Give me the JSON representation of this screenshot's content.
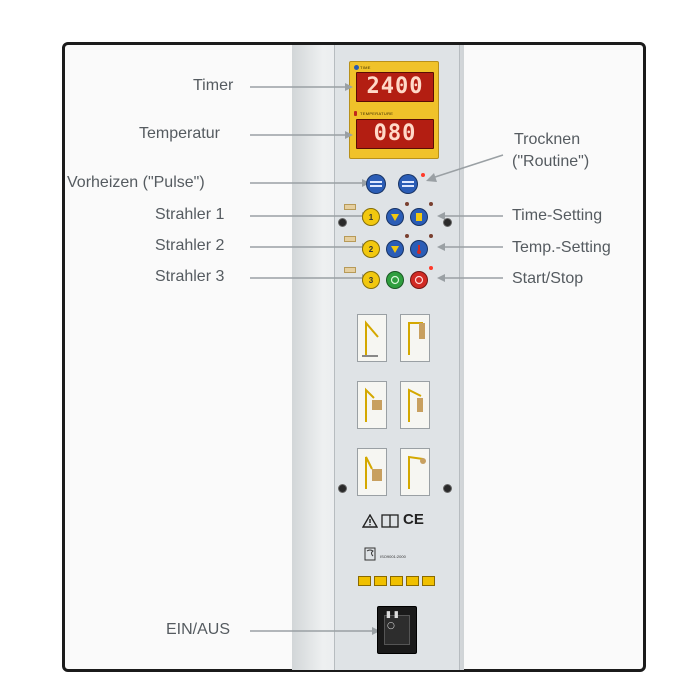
{
  "display": {
    "timer_caption": "TIME",
    "timer_value": "2400",
    "temp_caption": "TEMPERATURE",
    "temp_value": "080"
  },
  "labels": {
    "timer": "Timer",
    "temperatur": "Temperatur",
    "vorheizen": "Vorheizen (\"Pulse\")",
    "strahler1": "Strahler 1",
    "strahler2": "Strahler 2",
    "strahler3": "Strahler 3",
    "trocknen_line1": "Trocknen",
    "trocknen_line2": "(\"Routine\")",
    "time_setting": "Time-Setting",
    "temp_setting": "Temp.-Setting",
    "start_stop": "Start/Stop",
    "ein_aus": "EIN/AUS"
  },
  "buttons": {
    "strahler1_num": "1",
    "strahler2_num": "2",
    "strahler3_num": "3"
  },
  "panel_marks": {
    "ce_mark": "CE",
    "iso_text": "ISO9001:2000"
  },
  "colors": {
    "display_bg": "#f0c22a",
    "led_red": "#b31e12",
    "button_yellow": "#f2c80f",
    "button_blue": "#2b5db6",
    "button_green": "#2f9e3e",
    "button_red": "#d12a24"
  }
}
